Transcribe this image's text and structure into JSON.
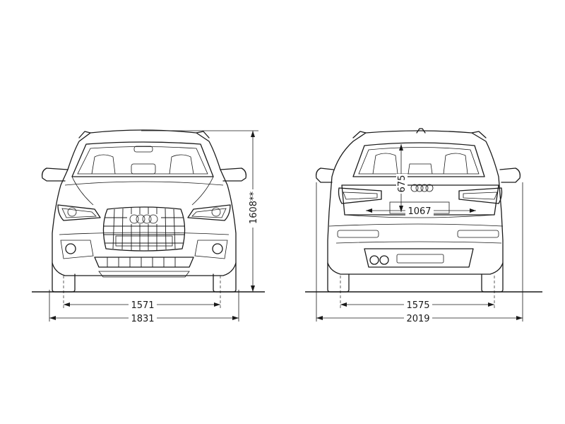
{
  "dimensions": {
    "front_track": "1571",
    "front_width": "1831",
    "height": "1608**",
    "rear_track": "1575",
    "rear_width_mirrors": "2019",
    "rear_window_height": "675",
    "rear_window_width": "1067"
  },
  "colors": {
    "line": "#1a1a1a",
    "background": "#ffffff"
  },
  "icons": {
    "brand_logo": "four-rings-logo"
  }
}
